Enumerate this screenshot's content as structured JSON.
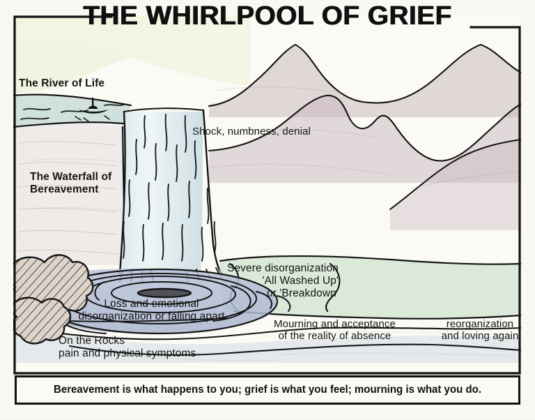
{
  "poster": {
    "title": "THE WHIRLPOOL OF GRIEF",
    "caption": "Bereavement is what happens to you; grief is what you feel; mourning is what you do.",
    "labels": {
      "river": "The River of Life",
      "waterfall": "The Waterfall of\nBereavement",
      "shock": "Shock, numbness, denial",
      "severe": "Severe disorganization\n'All Washed Up'\nor 'Breakdown'",
      "loss": "Loss and emotional\ndisorganization or falling apart",
      "rocks": "On the Rocks\npain and physical symptoms",
      "mourning": "Mourning and acceptance\nof the reality of absence",
      "reorganization": "reorganization\nand loving again"
    },
    "icons": {
      "boat": "boat-icon",
      "waterfall": "waterfall-icon",
      "whirlpool": "whirlpool-icon",
      "rocks": "rocks-icon",
      "mountains": "mountains-icon"
    },
    "colors": {
      "ink": "#111111",
      "paper": "#fbfaf4",
      "sky_band": "#f2f2df",
      "mountain_shade": "#c9b6bd",
      "water_blue": "#c4cfe0",
      "water_pale": "#dfe8ec",
      "whirlpool": "#b3bcd4",
      "green_zone": "#cfe3d0",
      "rock_fill": "#ddd3c9"
    }
  }
}
